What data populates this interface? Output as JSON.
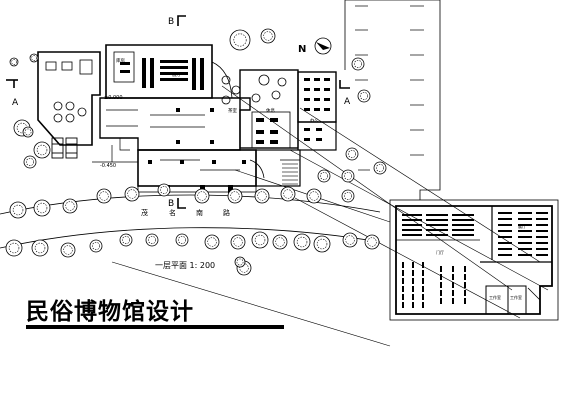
{
  "title": "民俗博物馆设计",
  "plan_caption": "一层平面  1: 200",
  "road_label": [
    "茂",
    "名",
    "南",
    "路"
  ],
  "section_markers": {
    "a": "A",
    "b": "B"
  },
  "north_label": "N",
  "level_labels": {
    "elev_main": "±0.000",
    "elev_outdoor": "-0.450"
  },
  "room_labels": {
    "tearoom": "茶室",
    "exhibition_hall": "展厅",
    "office": "办公",
    "store": "库房",
    "lounge": "休息",
    "detail_hall": "展厅",
    "detail_lobby": "门厅",
    "detail_work1": "工作室",
    "detail_work2": "工作室"
  }
}
